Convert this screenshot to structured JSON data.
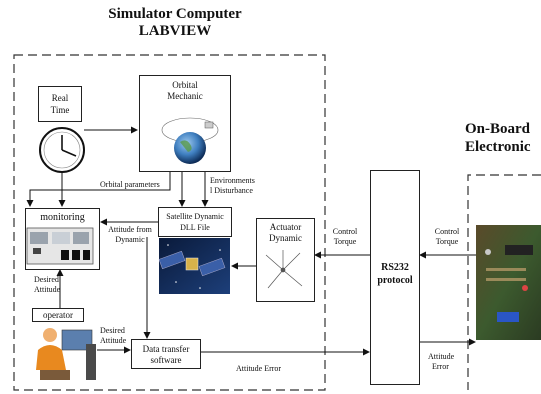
{
  "sim": {
    "title_line1": "Simulator Computer",
    "title_line2": "LABVIEW"
  },
  "onboard": {
    "title_line1": "On-Board",
    "title_line2": "Electronic"
  },
  "blocks": {
    "real_time_l1": "Real",
    "real_time_l2": "Time",
    "orbital_l1": "Orbital",
    "orbital_l2": "Mechanic",
    "monitoring": "monitoring",
    "satellite_l1": "Satellite Dynamic",
    "satellite_l2": "DLL File",
    "actuator_l1": "Actuator",
    "actuator_l2": "Dynamic",
    "operator": "operator",
    "data_transfer_l1": "Data transfer",
    "data_transfer_l2": "software",
    "rs232_l1": "RS232",
    "rs232_l2": "protocol"
  },
  "labels": {
    "orbital_params": "Orbital parameters",
    "env_l1": "Environments",
    "env_l2": "l Disturbance",
    "att_dyn_l1": "Attitude from",
    "att_dyn_l2": "Dynamic",
    "desired_att_l1": "Desired",
    "desired_att_l2": "Attitude",
    "desired_att2_l1": "Desired",
    "desired_att2_l2": "Attitude",
    "control_torque_l1": "Control",
    "control_torque_l2": "Torque",
    "control_torque2_l1": "Control",
    "control_torque2_l2": "Torque",
    "attitude_error": "Attitude Error",
    "attitude_error2_l1": "Attitude",
    "attitude_error2_l2": "Error"
  }
}
